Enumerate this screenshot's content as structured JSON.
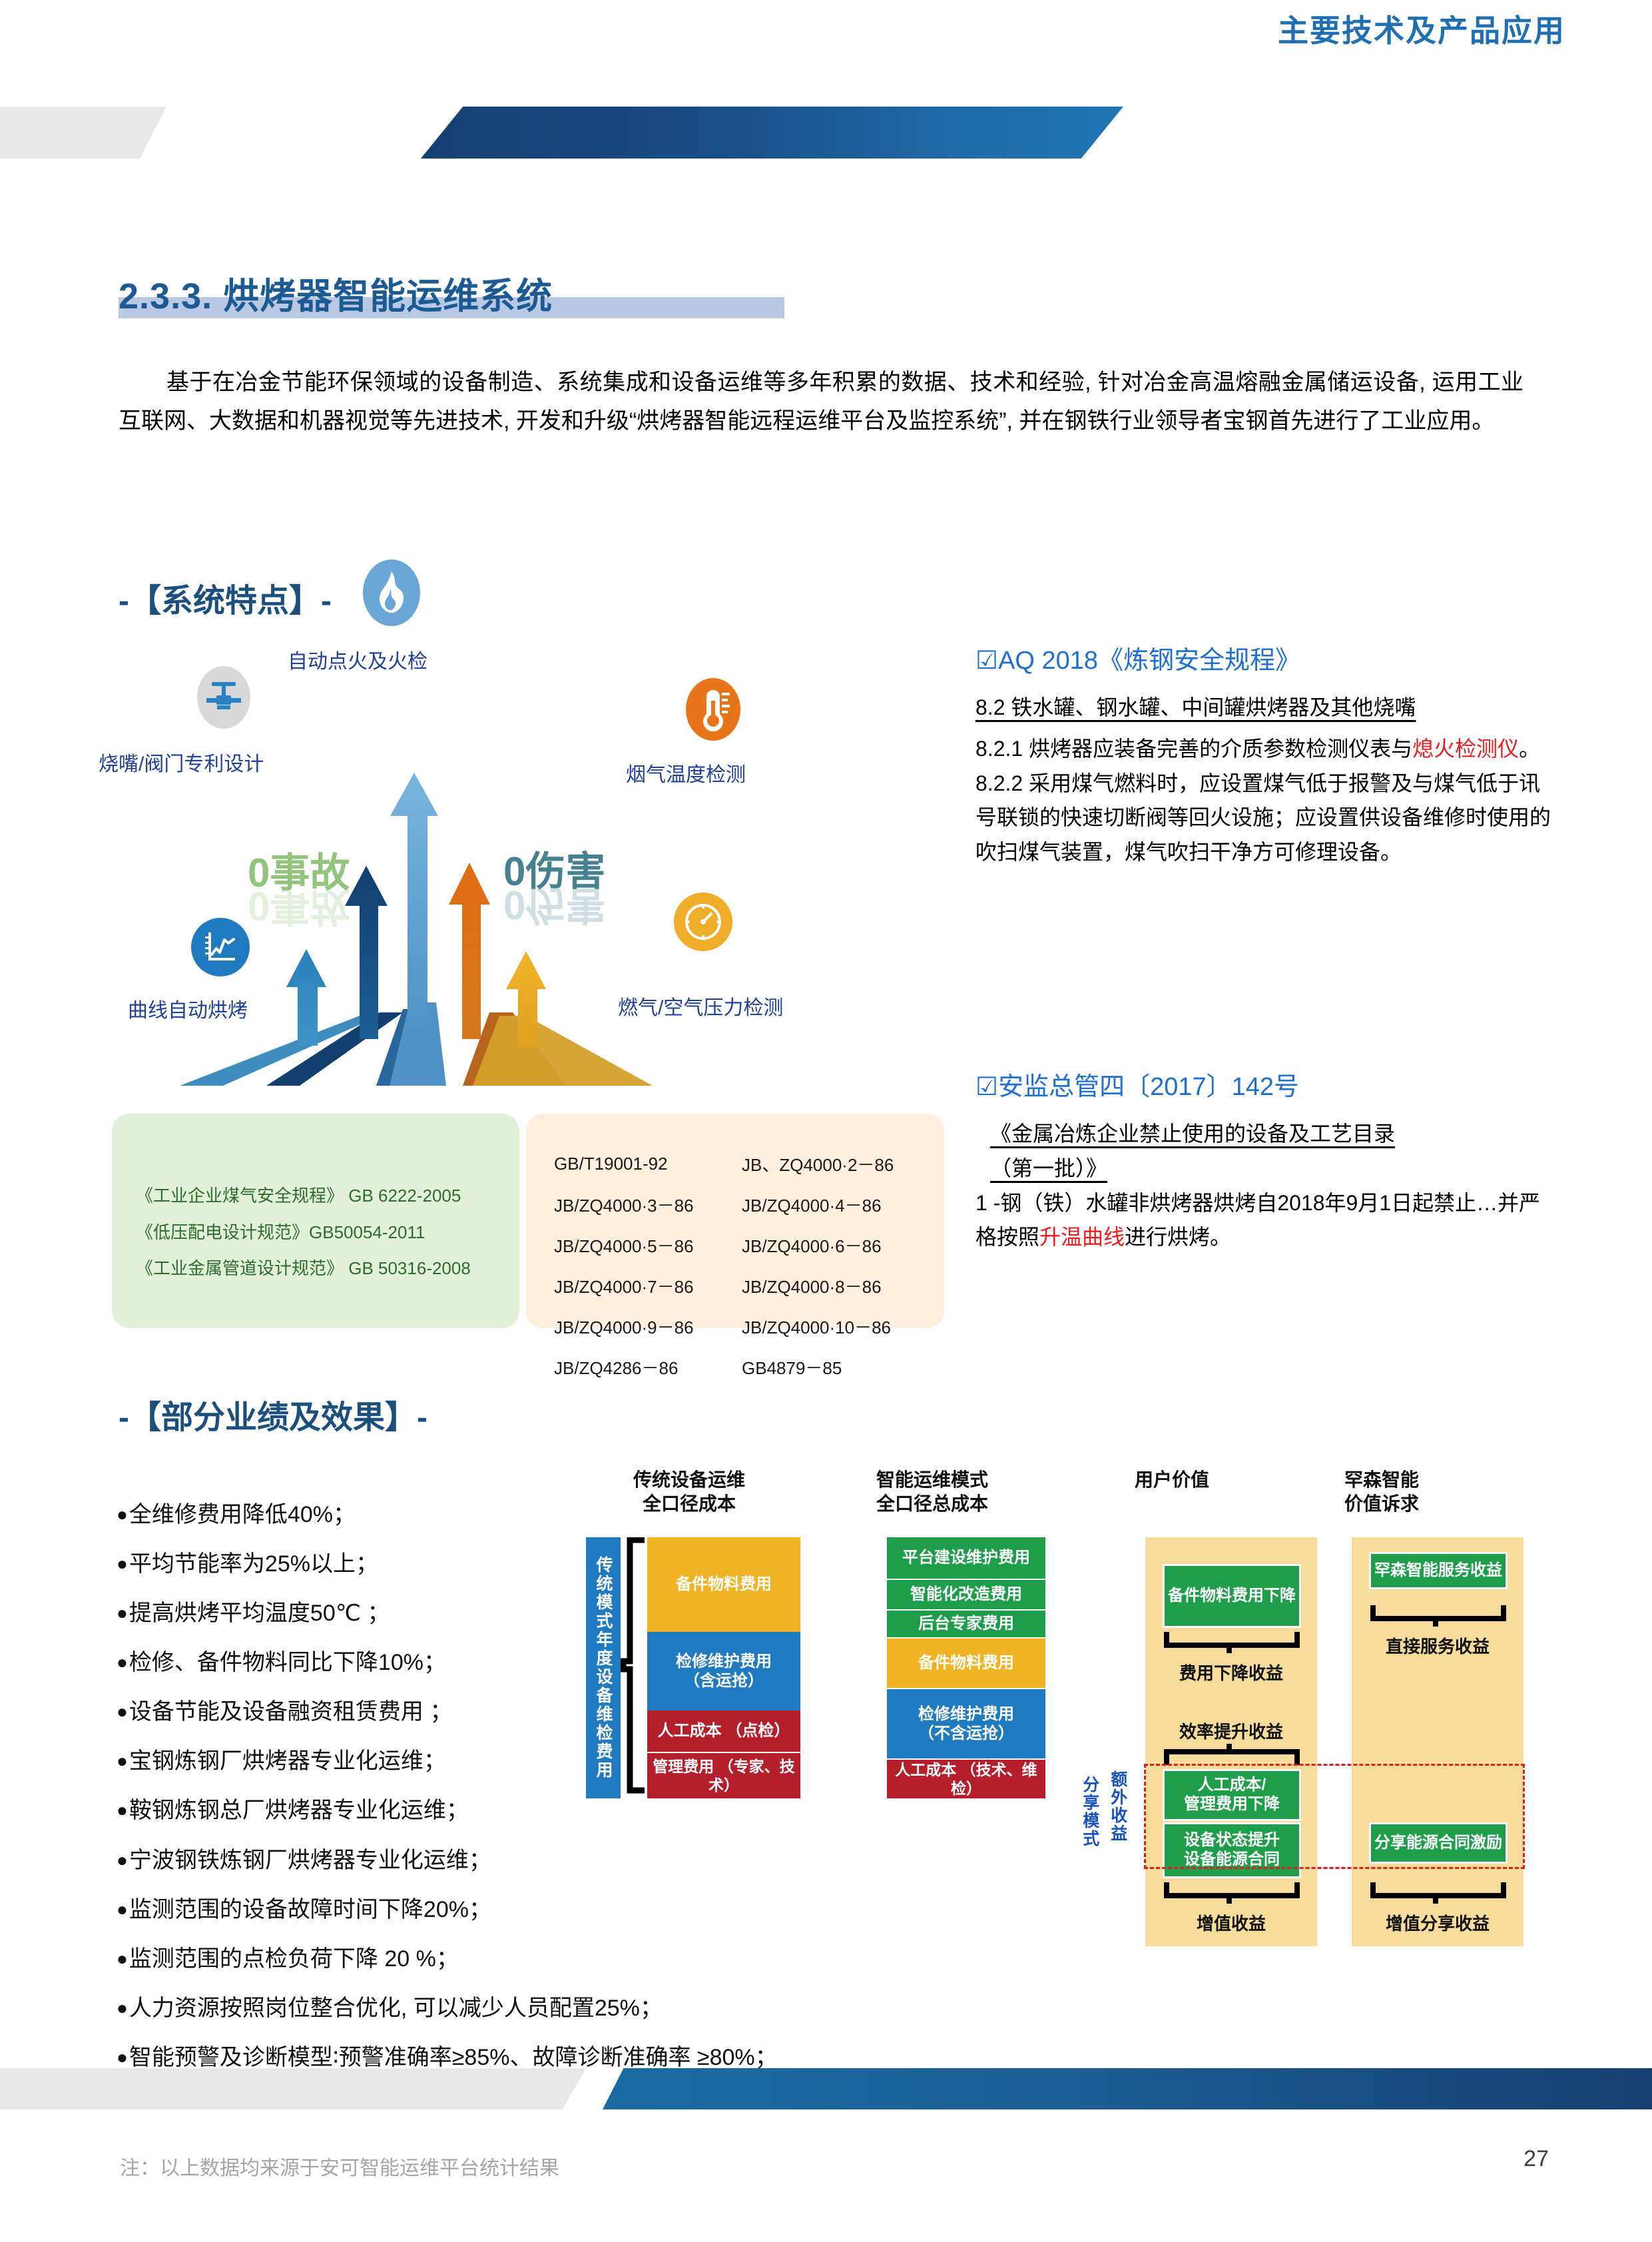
{
  "header": {
    "title": "主要技术及产品应用"
  },
  "section": {
    "number_title": "2.3.3. 烘烤器智能运维系统",
    "paragraph": "基于在冶金节能环保领域的设备制造、系统集成和设备运维等多年积累的数据、技术和经验, 针对冶金高温熔融金属储运设备, 运用工业互联网、大数据和机器视觉等先进技术, 开发和升级“烘烤器智能远程运维平台及监控系统”, 并在钢铁行业领导者宝钢首先进行了工业应用。"
  },
  "features": {
    "heading": "-【系统特点】-",
    "items": [
      {
        "label": "自动点火及火检",
        "icon": "flame-icon",
        "color": "#6aa6d6"
      },
      {
        "label": "烧嘴/阀门专利设计",
        "icon": "valve-icon",
        "color": "#d9d9d9"
      },
      {
        "label": "烟气温度检测",
        "icon": "thermometer-icon",
        "color": "#e8741b"
      },
      {
        "label": "曲线自动烘烤",
        "icon": "chart-curve-icon",
        "color": "#1f7ac0"
      },
      {
        "label": "燃气/空气压力检测",
        "icon": "gauge-icon",
        "color": "#f0ad29"
      }
    ],
    "zero_accident": "0事故",
    "zero_harm": "0伤害"
  },
  "standards_green": {
    "lines": [
      "《工业企业煤气安全规程》 GB 6222-2005",
      "《低压配电设计规范》GB50054-2011",
      "《工业金属管道设计规范》 GB 50316-2008"
    ]
  },
  "standards_orange": {
    "rows": [
      [
        "GB/T19001-92",
        "JB、ZQ4000·2－86"
      ],
      [
        "JB/ZQ4000·3－86",
        "JB/ZQ4000·4－86"
      ],
      [
        "JB/ZQ4000·5－86",
        "JB/ZQ4000·6－86"
      ],
      [
        "JB/ZQ4000·7－86",
        "JB/ZQ4000·8－86"
      ],
      [
        "JB/ZQ4000·9－86",
        "JB/ZQ4000·10－86"
      ],
      [
        "JB/ZQ4286－86",
        "GB4879－85"
      ]
    ]
  },
  "regulation_aq": {
    "heading": "☑AQ 2018《炼钢安全规程》",
    "clause_title": "8.2 铁水罐、钢水罐、中间罐烘烤器及其他烧嘴",
    "clause_821_a": "8.2.1 烘烤器应装备完善的介质参数检测仪表与",
    "clause_821_red": "熄火检测仪",
    "clause_821_b": "。",
    "clause_822": "8.2.2 采用煤气燃料时，应设置煤气低于报警及与煤气低于讯号联锁的快速切断阀等回火设施；应设置供设备维修时使用的吹扫煤气装置，煤气吹扫干净方可修理设备。"
  },
  "regulation_aj": {
    "heading": "☑安监总管四〔2017〕142号",
    "doc_title_line1": "《金属冶炼企业禁止使用的设备及工艺目录",
    "doc_title_line2": "（第一批）》",
    "body_a": "1 -钢（铁）水罐非烘烤器烘烤自2018年9月1日起禁止…并严格按照",
    "body_red": "升温曲线",
    "body_b": "进行烘烤。"
  },
  "results": {
    "heading": "-【部分业绩及效果】-",
    "bullets": [
      "全维修费用降低40%；",
      "平均节能率为25%以上；",
      "提高烘烤平均温度50℃ ；",
      "检修、备件物料同比下降10%；",
      "设备节能及设备融资租赁费用 ；",
      "宝钢炼钢厂烘烤器专业化运维；",
      "鞍钢炼钢总厂烘烤器专业化运维；",
      "宁波钢铁炼钢厂烘烤器专业化运维；",
      "监测范围的设备故障时间下降20%；",
      "监测范围的点检负荷下降 20 %；",
      "人力资源按照岗位整合优化, 可以减少人员配置25%；",
      "智能预警及诊断模型∶预警准确率≥85%、故障诊断准确率 ≥80%；"
    ]
  },
  "chart_data": {
    "type": "bar",
    "title": "运维成本与收益对比",
    "columns": [
      {
        "title": "传统设备运维\n全口径成本",
        "side_label": "传统模式年度设备维检费用",
        "segments": [
          {
            "label": "备件物料费用",
            "color": "#f0b323",
            "height_pct": 36
          },
          {
            "label": "检修维护费用\n（含运抢）",
            "color": "#1f7ac0",
            "height_pct": 30
          },
          {
            "label": "人工成本 （点检）",
            "color": "#b51f2b",
            "height_pct": 15
          },
          {
            "label": "管理费用 （专家、技术）",
            "color": "#b51f2b",
            "height_pct": 15
          }
        ]
      },
      {
        "title": "智能运维模式\n全口径总成本",
        "segments": [
          {
            "label": "平台建设维护费用",
            "color": "#1e9e4a",
            "height_pct": 13
          },
          {
            "label": "智能化改造费用",
            "color": "#1e9e4a",
            "height_pct": 9
          },
          {
            "label": "后台专家费用",
            "color": "#1e9e4a",
            "height_pct": 8
          },
          {
            "label": "备件物料费用",
            "color": "#f0b323",
            "height_pct": 17
          },
          {
            "label": "检修维护费用\n（不含运抢）",
            "color": "#1f7ac0",
            "height_pct": 22
          },
          {
            "label": "人工成本 （技术、维检）",
            "color": "#b51f2b",
            "height_pct": 12
          }
        ]
      },
      {
        "title": "用户价值",
        "panel_color": "#f6dc9a",
        "blocks": [
          {
            "label": "备件物料费用下降",
            "color": "#1e9e4a"
          },
          {
            "label": "人工成本/\n管理费用下降",
            "color": "#1e9e4a"
          },
          {
            "label": "设备状态提升\n设备能源合同",
            "color": "#1e9e4a"
          }
        ],
        "brace_labels": [
          "费用下降收益",
          "效率提升收益",
          "增值收益"
        ]
      },
      {
        "title": "罕森智能\n价值诉求",
        "panel_color": "#f6dc9a",
        "blocks": [
          {
            "label": "罕森智能服务收益",
            "color": "#1e9e4a"
          },
          {
            "label": "分享能源合同激励",
            "color": "#1e9e4a"
          }
        ],
        "brace_labels": [
          "直接服务收益",
          "增值分享收益"
        ]
      }
    ],
    "side_note": {
      "line1": "额外收益",
      "line2": "分享模式"
    }
  },
  "footer": {
    "note": "注：以上数据均来源于安可智能运维平台统计结果",
    "page_number": "27"
  }
}
